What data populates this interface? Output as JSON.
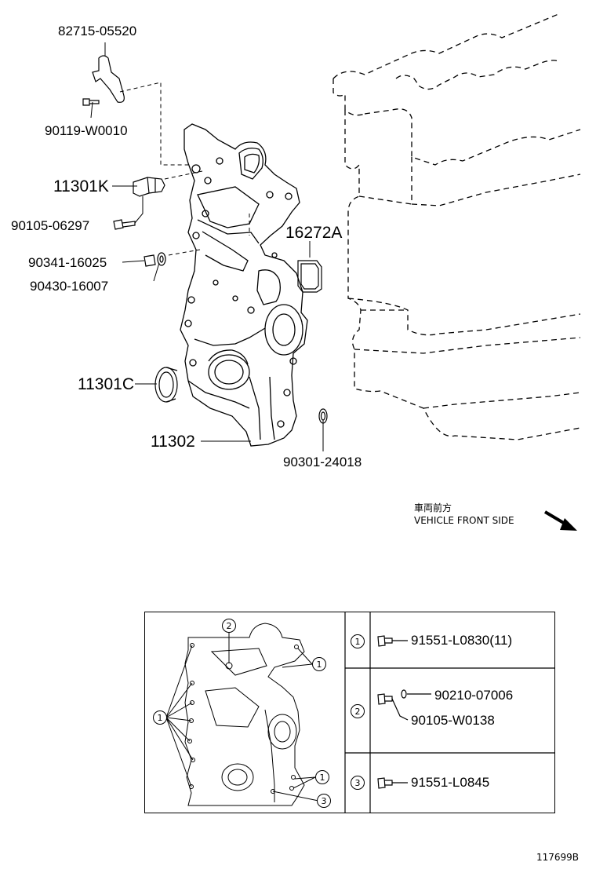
{
  "parts": {
    "p82715": "82715-05520",
    "p90119": "90119-W0010",
    "p11301K": "11301K",
    "p90105a": "90105-06297",
    "p90341": "90341-16025",
    "p90430": "90430-16007",
    "p16272A": "16272A",
    "p11301C": "11301C",
    "p11302": "11302",
    "p90301": "90301-24018"
  },
  "direction": {
    "jp": "車両前方",
    "en": "VEHICLE FRONT SIDE"
  },
  "legend": {
    "rows": [
      {
        "num": "1",
        "parts": [
          "91551-L0830(11)"
        ]
      },
      {
        "num": "2",
        "parts": [
          "90210-07006",
          "90105-W0138"
        ]
      },
      {
        "num": "3",
        "parts": [
          "91551-L0845"
        ]
      }
    ],
    "callouts": [
      "2",
      "1",
      "1",
      "1",
      "3"
    ]
  },
  "diagram_id": "117699B"
}
